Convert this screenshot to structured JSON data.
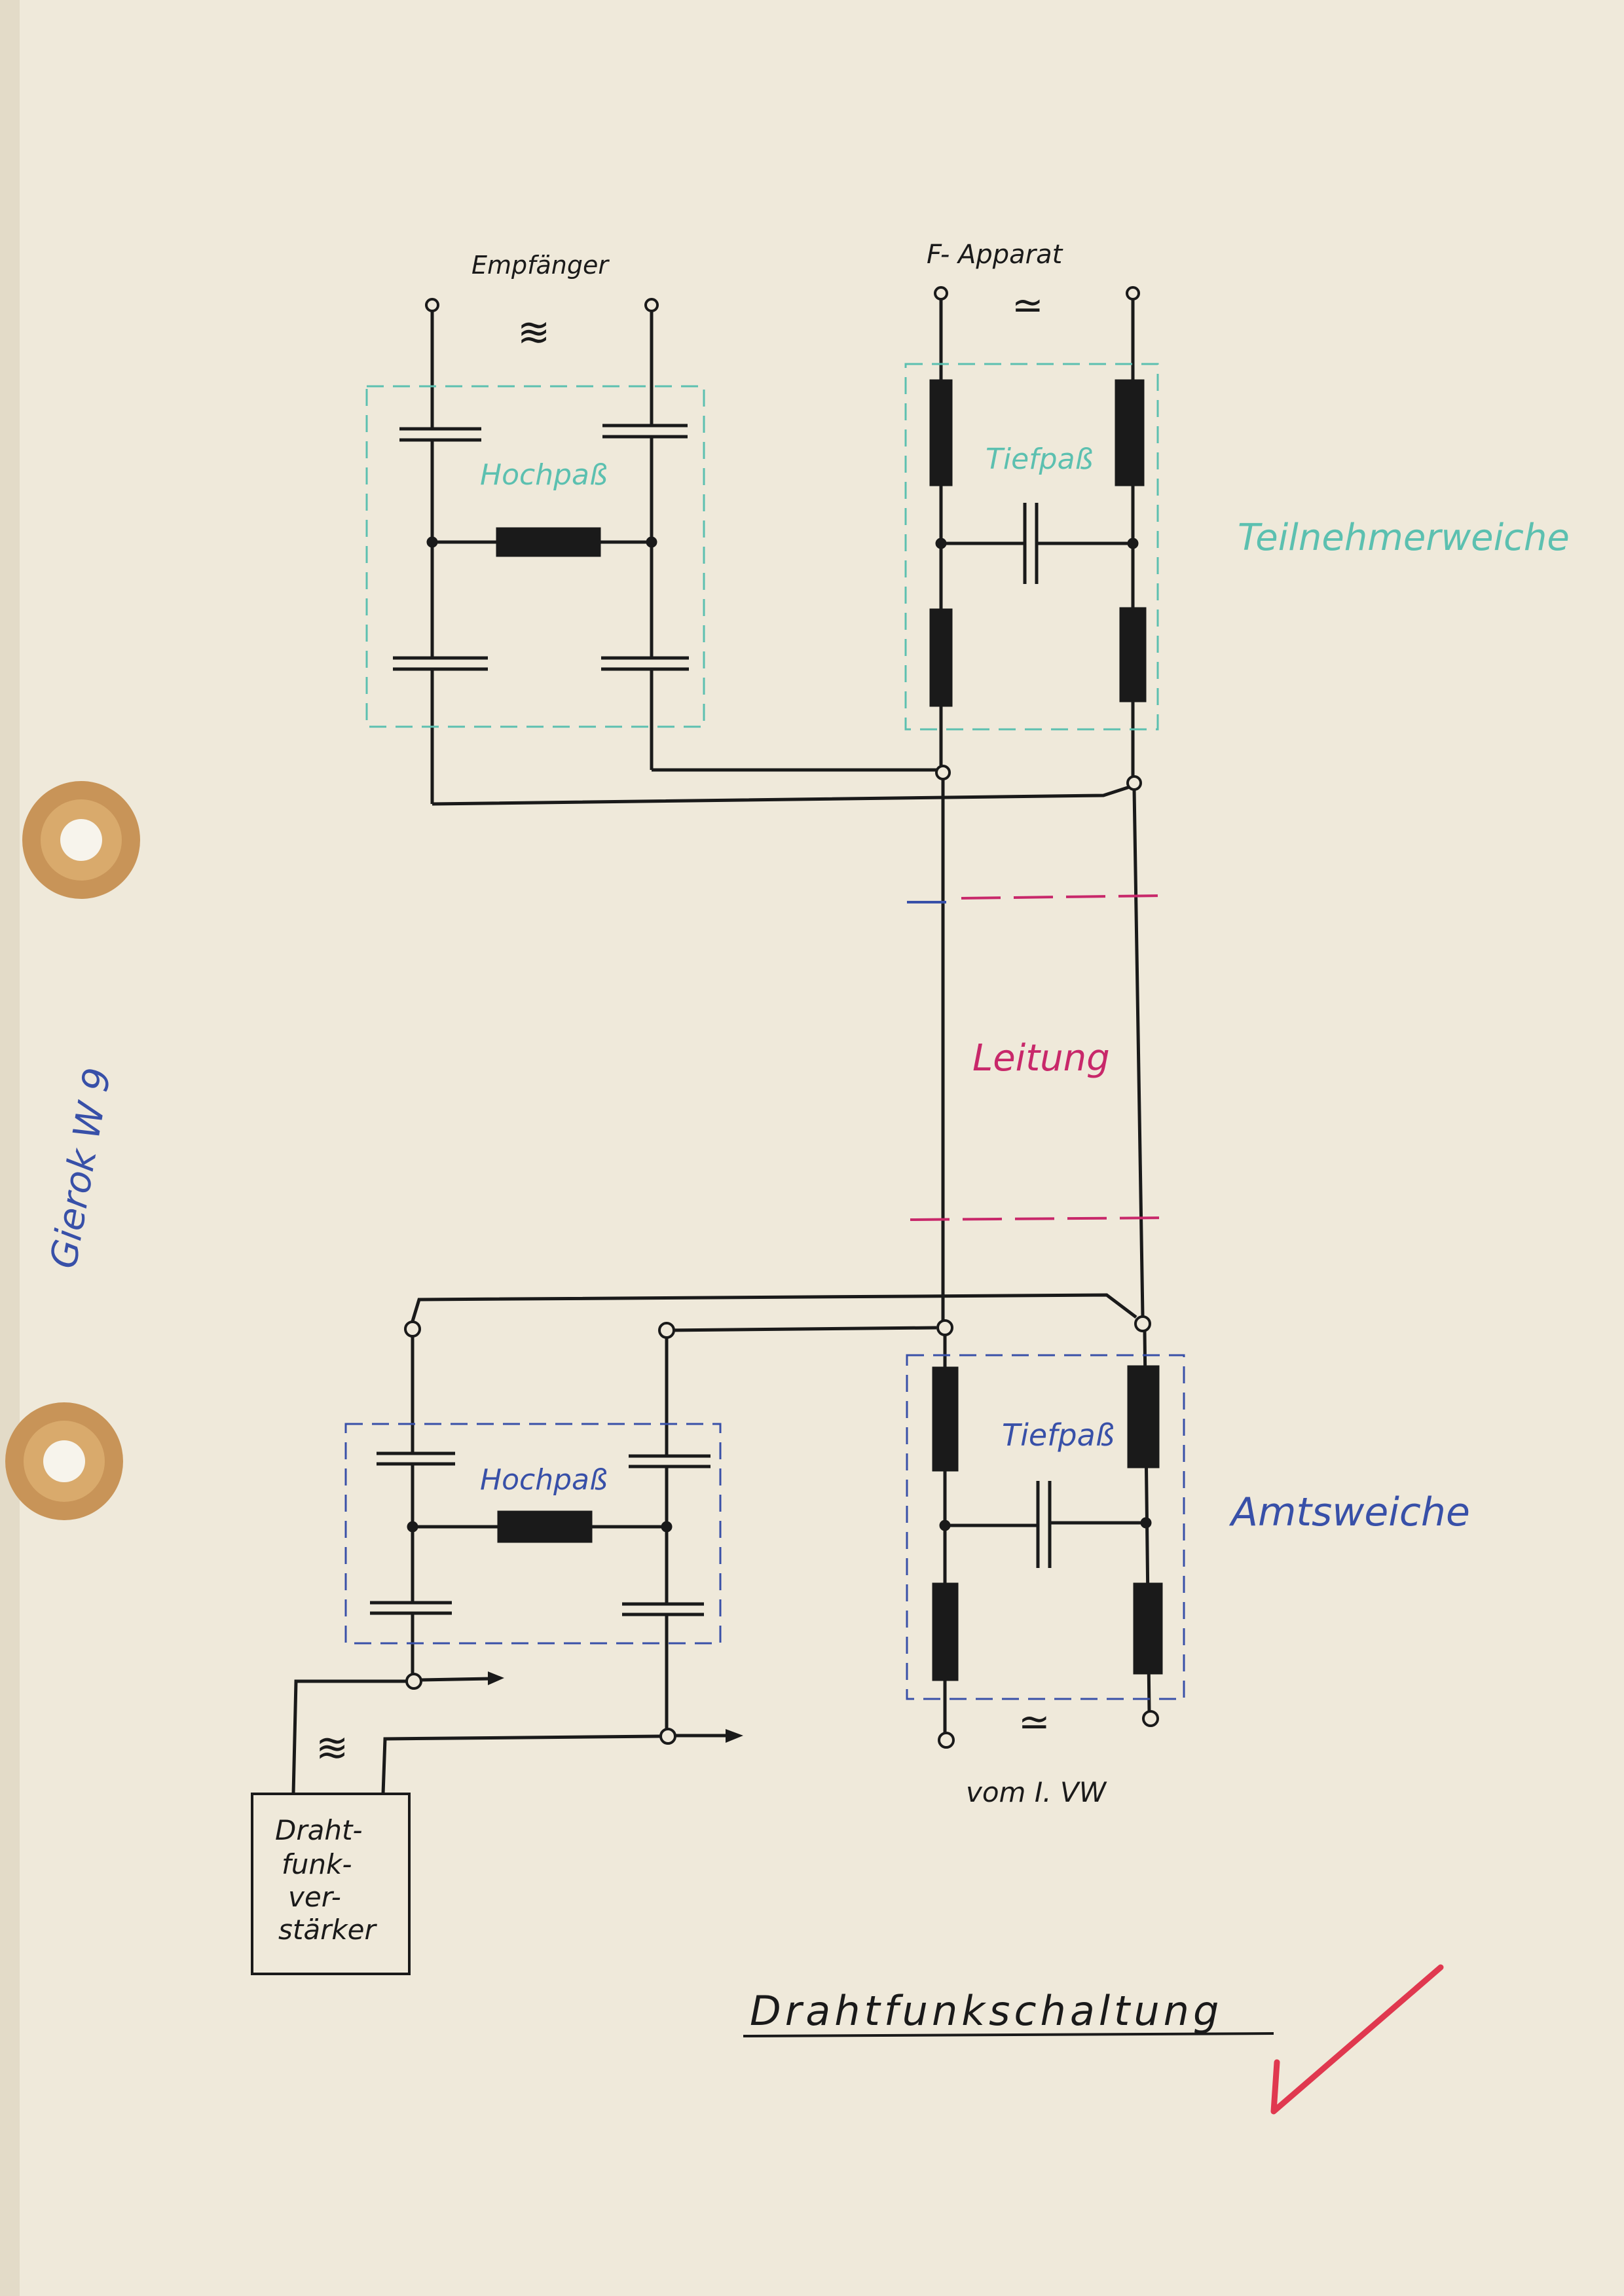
{
  "diagram": {
    "title": "Drahtfunkschaltung",
    "margin_note": "Gierok W 9",
    "top": {
      "receiver_label": "Empfänger",
      "receiver_symbol": "≋",
      "phone_label": "F- Apparat",
      "phone_symbol": "≃",
      "highpass_label": "Hochpaß",
      "lowpass_label": "Tiefpaß",
      "group_label": "Teilnehmerweiche"
    },
    "line": {
      "label": "Leitung"
    },
    "bottom": {
      "highpass_label": "Hochpaß",
      "lowpass_label": "Tiefpaß",
      "group_label": "Amtsweiche",
      "lowpass_symbol": "≃",
      "amp_symbol": "≋",
      "from_label": "vom I. VW",
      "amp_lines": [
        "Draht-",
        "funk-",
        "ver-",
        "stärker"
      ]
    },
    "colors": {
      "paper": "#efe9da",
      "ink": "#1a1a1a",
      "teal": "#5cc0b0",
      "blue": "#3850a8",
      "pink": "#c8286a",
      "check": "#e0384f",
      "punch_ring": "#c89458",
      "punch_hole": "#f7f4ec"
    }
  }
}
